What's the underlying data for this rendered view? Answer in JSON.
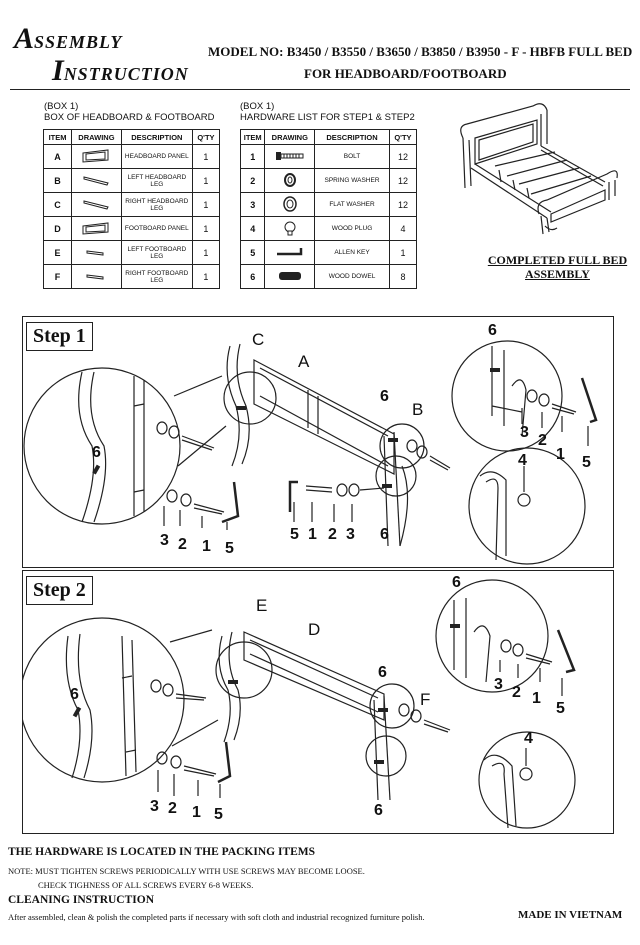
{
  "header": {
    "title_line1": "ASSEMBLY",
    "title_line2": "INSTRUCTION",
    "model": "MODEL NO: B3450 / B3550 / B3650 / B3850 / B3950 - F - HBFB FULL BED",
    "subtitle": "FOR HEADBOARD/FOOTBOARD"
  },
  "box1_left": {
    "label_line1": "(BOX 1)",
    "label_line2": "BOX OF HEADBOARD & FOOTBOARD",
    "headers": [
      "ITEM",
      "DRAWING",
      "DESCRIPTION",
      "Q'TY"
    ],
    "rows": [
      {
        "item": "A",
        "desc": "HEADBOARD PANEL",
        "qty": "1",
        "icon": "headboard-panel-icon"
      },
      {
        "item": "B",
        "desc": "LEFT HEADBOARD LEG",
        "qty": "1",
        "icon": "leg-icon"
      },
      {
        "item": "C",
        "desc": "RIGHT HEADBOARD LEG",
        "qty": "1",
        "icon": "leg-icon"
      },
      {
        "item": "D",
        "desc": "FOOTBOARD PANEL",
        "qty": "1",
        "icon": "footboard-panel-icon"
      },
      {
        "item": "E",
        "desc": "LEFT FOOTBOARD LEG",
        "qty": "1",
        "icon": "leg-icon"
      },
      {
        "item": "F",
        "desc": "RIGHT FOOTBOARD LEG",
        "qty": "1",
        "icon": "leg-icon"
      }
    ]
  },
  "box1_right": {
    "label_line1": "(BOX 1)",
    "label_line2": "HARDWARE LIST FOR STEP1 & STEP2",
    "headers": [
      "ITEM",
      "DRAWING",
      "DESCRIPTION",
      "Q'TY"
    ],
    "rows": [
      {
        "item": "1",
        "desc": "BOLT",
        "qty": "12",
        "icon": "bolt-icon"
      },
      {
        "item": "2",
        "desc": "SPRING WASHER",
        "qty": "12",
        "icon": "spring-washer-icon"
      },
      {
        "item": "3",
        "desc": "FLAT WASHER",
        "qty": "12",
        "icon": "flat-washer-icon"
      },
      {
        "item": "4",
        "desc": "WOOD PLUG",
        "qty": "4",
        "icon": "wood-plug-icon"
      },
      {
        "item": "5",
        "desc": "ALLEN KEY",
        "qty": "1",
        "icon": "allen-key-icon"
      },
      {
        "item": "6",
        "desc": "WOOD DOWEL",
        "qty": "8",
        "icon": "wood-dowel-icon"
      }
    ]
  },
  "completed": {
    "line1": "COMPLETED FULL BED",
    "line2": "ASSEMBLY"
  },
  "step1": {
    "label": "Step 1",
    "callouts": {
      "panel": "A",
      "leg_right": "B",
      "leg_left": "C"
    },
    "numbers": {
      "left_group": [
        "3",
        "2",
        "1",
        "5"
      ],
      "left_dowel": "6",
      "center_group": [
        "5",
        "1",
        "2",
        "3"
      ],
      "center_dowel_top": "6",
      "center_dowel_bottom": "6",
      "right_dowel": "6",
      "right_group": [
        "3",
        "2",
        "1",
        "5"
      ],
      "right_plug": "4"
    }
  },
  "step2": {
    "label": "Step 2",
    "callouts": {
      "panel": "D",
      "leg_right": "F",
      "leg_left": "E"
    },
    "numbers": {
      "left_group": [
        "3",
        "2",
        "1",
        "5"
      ],
      "left_dowel": "6",
      "center_dowel_top": "6",
      "center_dowel_bottom": "6",
      "right_dowel": "6",
      "right_group": [
        "3",
        "2",
        "1",
        "5"
      ],
      "right_plug": "4"
    }
  },
  "footer": {
    "hardware_note": "THE HARDWARE IS LOCATED IN THE PACKING ITEMS",
    "note1": "NOTE: MUST TIGHTEN SCREWS PERIODICALLY WITH USE SCREWS MAY BECOME LOOSE.",
    "note2": "CHECK TIGHNESS OF ALL SCREWS EVERY 6-8 WEEKS.",
    "cleaning_title": "CLEANING INSTRUCTION",
    "cleaning_text": "After assembled, clean & polish the completed parts if necessary with soft cloth and industrial recognized furniture polish.",
    "made_in": "MADE IN VIETNAM"
  }
}
